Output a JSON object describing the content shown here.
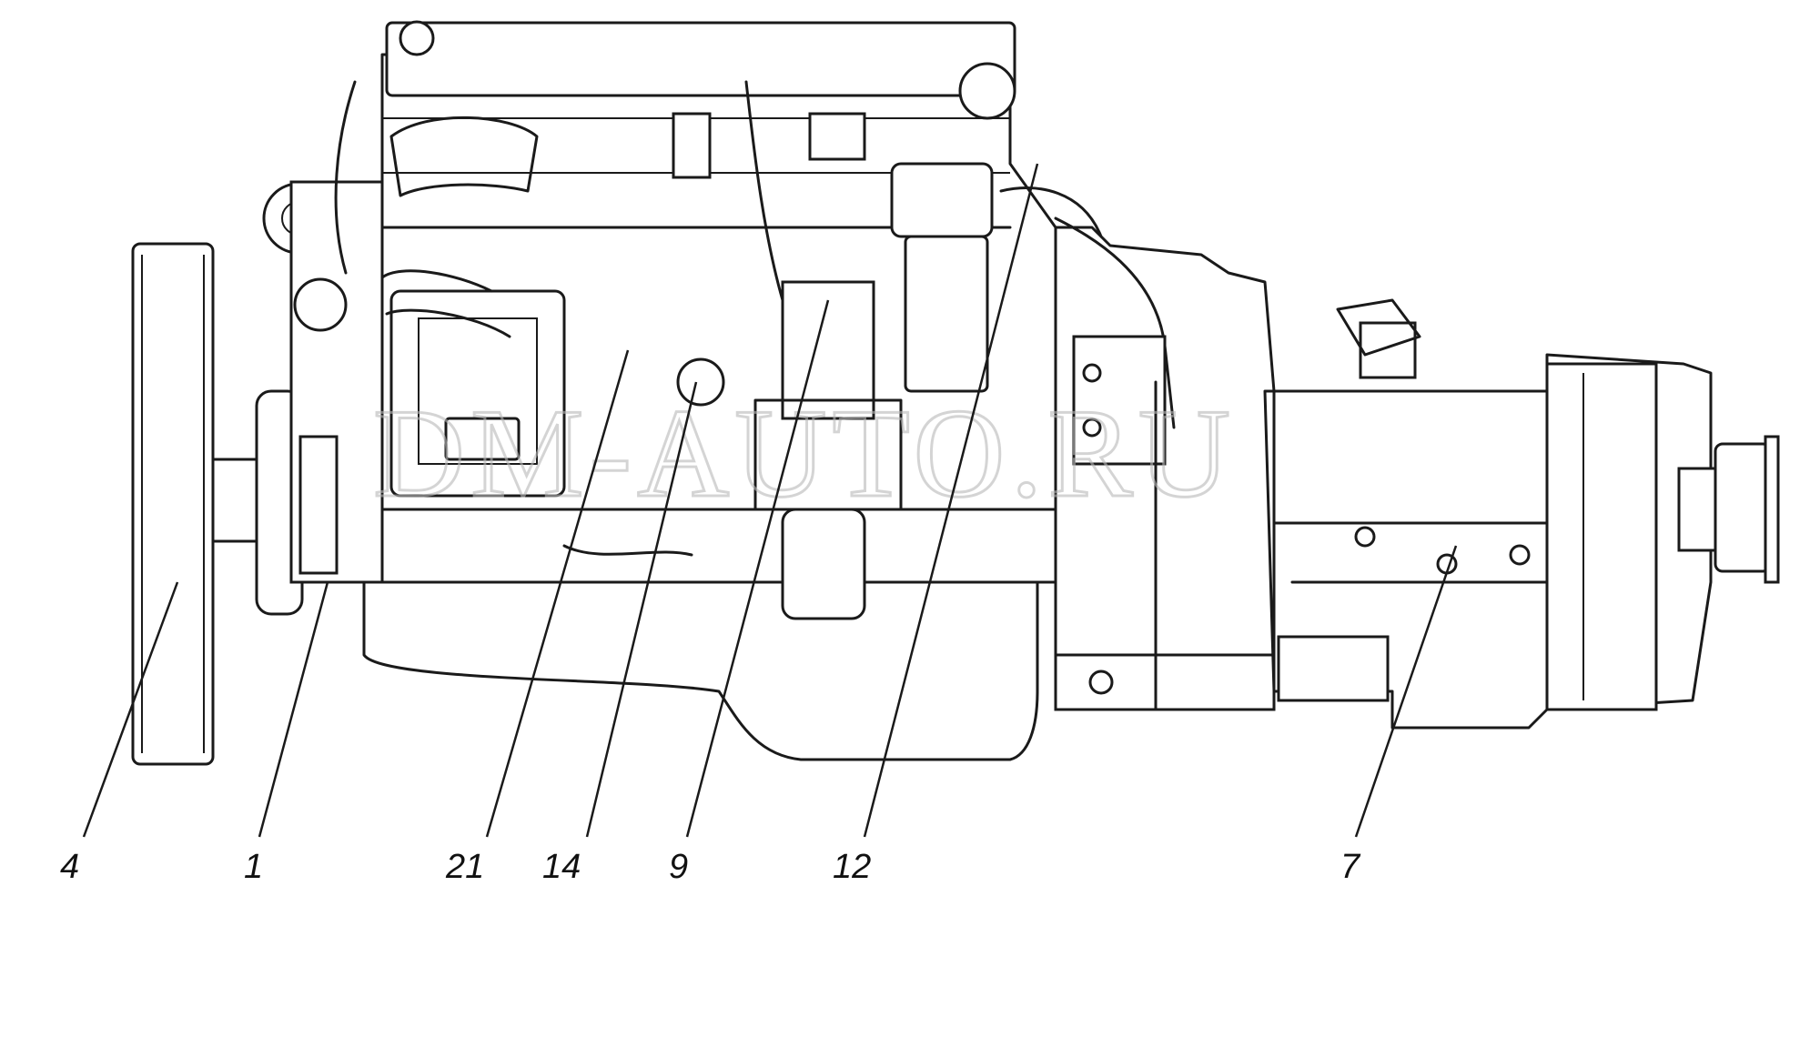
{
  "watermark": "DM-AUTO.RU",
  "colors": {
    "line": "#1a1a1a",
    "background": "#ffffff",
    "watermark": "#b9b9b9"
  },
  "callouts": [
    {
      "id": "c4",
      "label": "4"
    },
    {
      "id": "c1",
      "label": "1"
    },
    {
      "id": "c21",
      "label": "21"
    },
    {
      "id": "c14",
      "label": "14"
    },
    {
      "id": "c9",
      "label": "9"
    },
    {
      "id": "c12",
      "label": "12"
    },
    {
      "id": "c7",
      "label": "7"
    }
  ]
}
